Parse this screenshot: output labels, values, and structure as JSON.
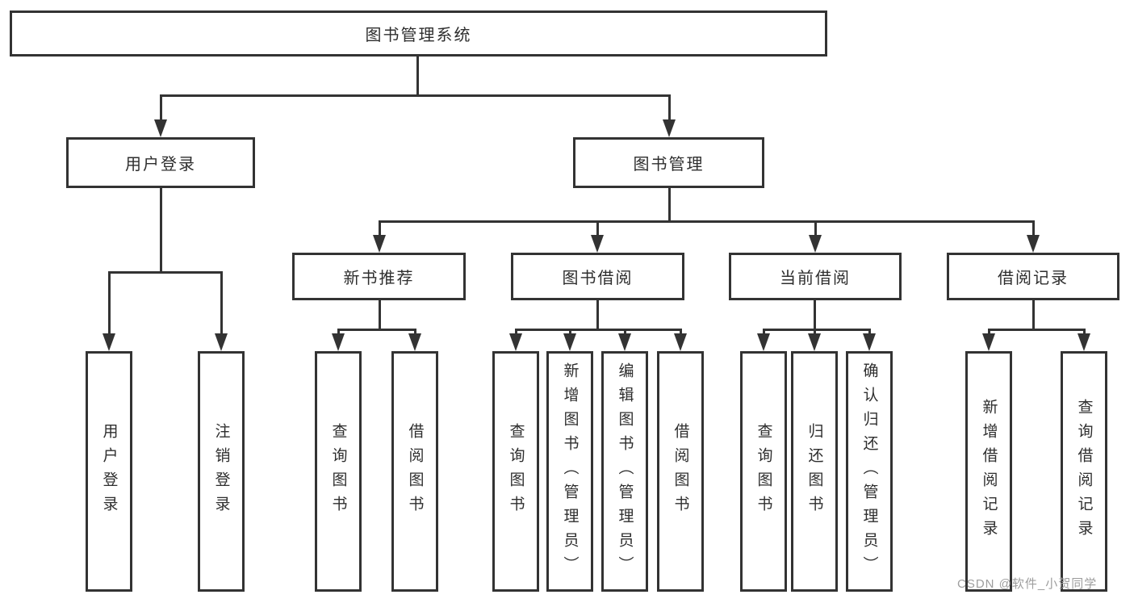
{
  "watermark": "CSDN @软件_小贺同学",
  "colors": {
    "line": "#333333",
    "text": "#2e2e2e",
    "watermark_gray": "#9e9e9e",
    "background": "#ffffff"
  },
  "diagram": {
    "title": "图书管理系统",
    "level2": {
      "user_login": "用户登录",
      "book_mgmt": "图书管理"
    },
    "level3": {
      "new_books": "新书推荐",
      "book_borrow": "图书借阅",
      "current_borrow": "当前借阅",
      "borrow_records": "借阅记录"
    },
    "leaves": {
      "user_login_leaf": "用户登录",
      "logout": "注销登录",
      "nb_query": "查询图书",
      "nb_borrow": "借阅图书",
      "bb_query": "查询图书",
      "bb_add": "新增图书（管理员）",
      "bb_edit": "编辑图书（管理员）",
      "bb_borrow": "借阅图书",
      "cb_query": "查询图书",
      "cb_return": "归还图书",
      "cb_confirm": "确认归还（管理员）",
      "br_add": "新增借阅记录",
      "br_query": "查询借阅记录"
    }
  }
}
